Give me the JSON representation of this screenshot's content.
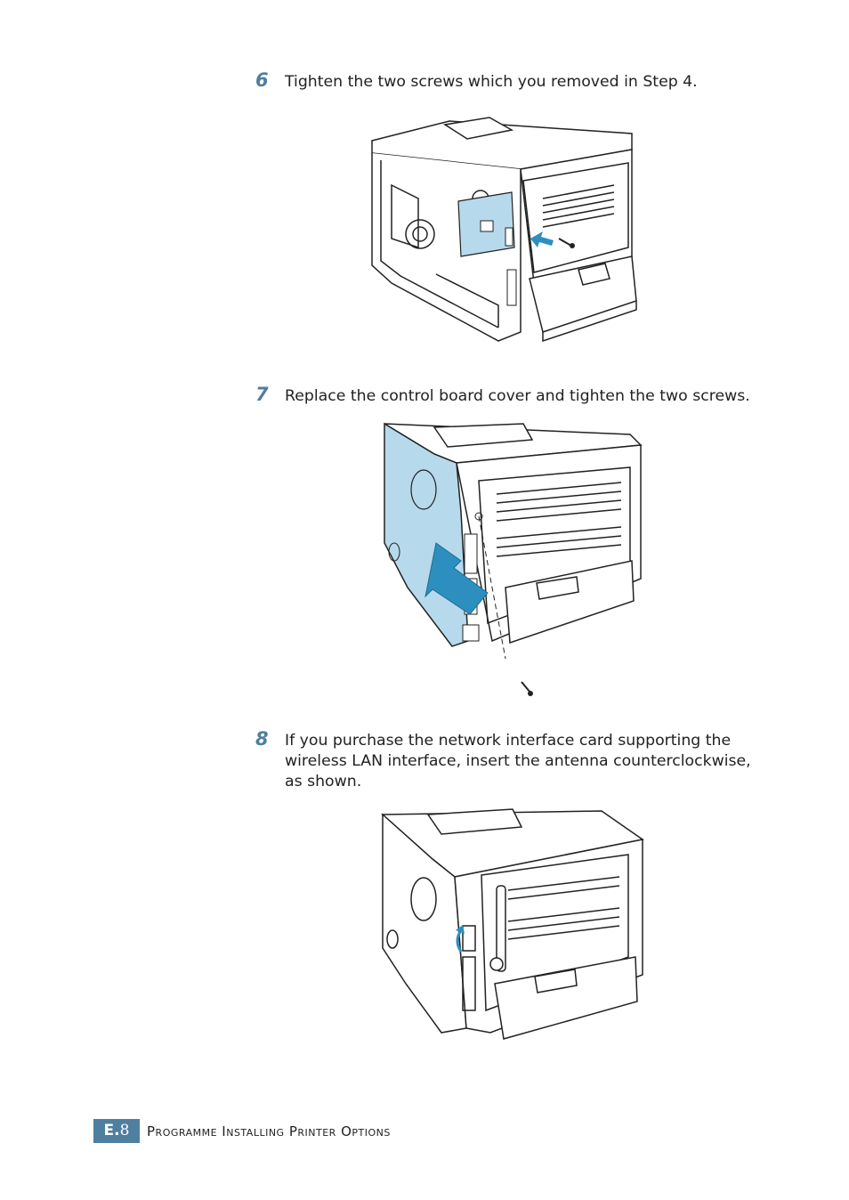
{
  "steps": [
    {
      "number": "6",
      "text": "Tighten the two screws which you removed in Step 4."
    },
    {
      "number": "7",
      "text": "Replace the control board cover and tighten the two screws."
    },
    {
      "number": "8",
      "text": "If you purchase the network interface card supporting the wireless LAN interface, insert the antenna counterclockwise, as shown."
    }
  ],
  "footer": {
    "badge_letter": "E.",
    "badge_page": "8",
    "title": "Programme Installing Printer Options"
  },
  "colors": {
    "accent": "#4f7f9f",
    "board_fill": "#b7d9ec",
    "arrow_fill": "#2c8fbf"
  }
}
